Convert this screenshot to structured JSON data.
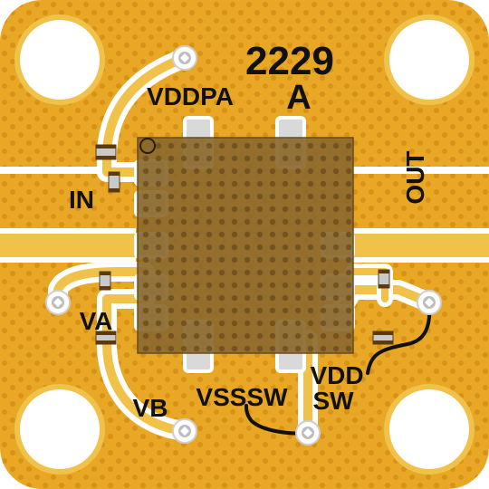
{
  "board": {
    "part_number": "2229",
    "revision": "A",
    "labels": {
      "vddpa": "VDDPA",
      "in": "IN",
      "out": "OUT",
      "va": "VA",
      "vb": "VB",
      "vsssw": "VSSSW",
      "vdd": "VDD",
      "sw": "SW"
    }
  },
  "colors": {
    "board": "#e8a826",
    "copper_dot": "#d48e14",
    "trace": "#ffffff",
    "pad": "#d9d9d9",
    "chip": "#8c6a2e",
    "chip_edge": "#5a4418",
    "via": "#cfcfcf",
    "silkscreen": "#111111",
    "component_body": "#c9c9c9",
    "component_end": "#5a3a10"
  }
}
